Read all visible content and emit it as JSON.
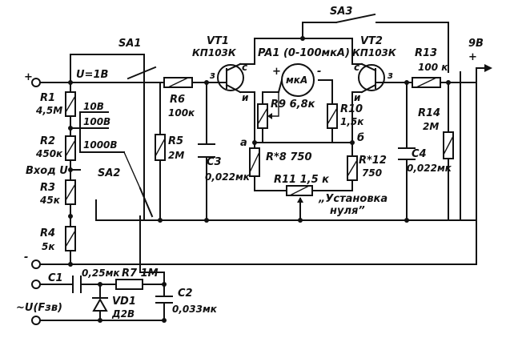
{
  "labels": {
    "plus_in": "+",
    "minus_in": "-",
    "plus_out": "+",
    "u_1b": "U=1B",
    "sa1": "SA1",
    "sa2": "SA2",
    "sa3": "SA3",
    "v9b": "9B",
    "vhod": "Вход U",
    "range_10b": "10B",
    "range_100b": "100B",
    "range_1000b": "1000B",
    "node_a": "a",
    "node_b": "б",
    "zero_adjust_1": "„Установка",
    "zero_adjust_2": "нуля”",
    "gate": "з",
    "drain": "с",
    "source": "и",
    "gate_e": "з",
    "ac_input": "~U(Fзв)"
  },
  "components": {
    "r1": {
      "name": "R1",
      "value": "4,5M"
    },
    "r2": {
      "name": "R2",
      "value": "450к"
    },
    "r3": {
      "name": "R3",
      "value": "45к"
    },
    "r4": {
      "name": "R4",
      "value": "5к"
    },
    "r5": {
      "name": "R5",
      "value": "2М"
    },
    "r6": {
      "name": "R6",
      "value": "100к"
    },
    "r7": {
      "label": "R7 1М"
    },
    "r8": {
      "label": "R*8 750"
    },
    "r9": {
      "label": "R9 6,8к"
    },
    "r10": {
      "name": "R10",
      "value": "1,5к"
    },
    "r11": {
      "label": "R11 1,5 к"
    },
    "r12": {
      "name": "R*12",
      "value": "750"
    },
    "r13": {
      "name": "R13",
      "value": "100 к"
    },
    "r14": {
      "name": "R14",
      "value": "2М"
    },
    "c1": {
      "name": "C1",
      "value": "0,25мк"
    },
    "c2": {
      "name": "C2",
      "value": "0,033мк"
    },
    "c3": {
      "name": "C3",
      "value": "0,022мк"
    },
    "c4": {
      "name": "C4",
      "value": "0,022мк"
    },
    "vt1": {
      "name": "VT1",
      "type": "КП103К"
    },
    "vt2": {
      "name": "VT2",
      "type": "КП103К"
    },
    "vd1": {
      "name": "VD1",
      "type": "Д2В"
    },
    "pa1": {
      "label": "PA1 (0-100мкА)",
      "unit": "мкА"
    }
  }
}
